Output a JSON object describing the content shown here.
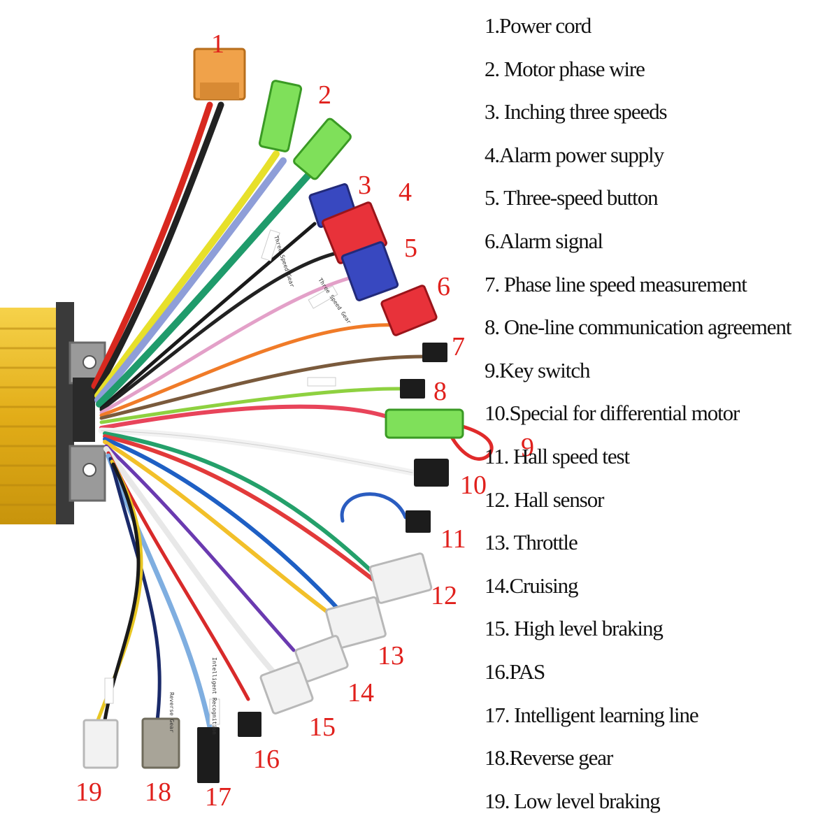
{
  "colors": {
    "callout": "#e0201c",
    "housing": "#e9b92a",
    "housing_dark": "#b88a10",
    "bracket": "#8f8f8f",
    "connector_orange": "#f0a24a",
    "connector_green": "#7fe05a",
    "connector_blue": "#3848c0",
    "connector_red": "#e8323a",
    "connector_black": "#1c1c1c",
    "connector_white": "#f2f2f2",
    "connector_grey": "#a8a498"
  },
  "legend": [
    "1.Power cord",
    "2. Motor phase wire",
    "3. Inching three speeds",
    "4.Alarm power supply",
    "5. Three-speed button",
    "6.Alarm signal",
    "7. Phase line speed measurement",
    "8. One-line communication agreement",
    "9.Key switch",
    "10.Special for differential motor",
    "11. Hall speed test",
    "12. Hall sensor",
    "13. Throttle",
    "14.Cruising",
    "15. High level braking",
    "16.PAS",
    "17. Intelligent learning line",
    "18.Reverse gear",
    "19. Low level braking"
  ],
  "callouts": [
    "1",
    "2",
    "3",
    "4",
    "5",
    "6",
    "7",
    "8",
    "9",
    "10",
    "11",
    "12",
    "13",
    "14",
    "15",
    "16",
    "17",
    "18",
    "19"
  ],
  "wire_tags": {
    "inching": "Three Speed Gear",
    "three_speed": "Three Speed Gear",
    "learning": "Intelligent Recognition",
    "reverse": "Reverse Gear"
  }
}
